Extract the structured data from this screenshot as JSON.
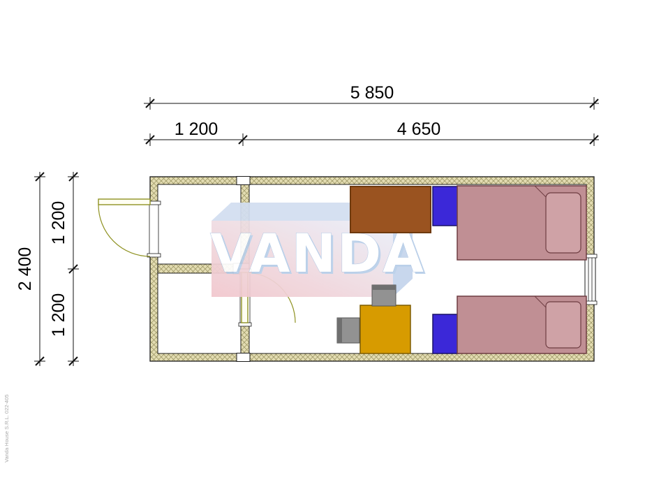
{
  "watermark": {
    "text": "VANDA"
  },
  "side_note": "Vanda House S.R.L. 022-405",
  "dimensions": {
    "total_width": "5 850",
    "left_bay": "1 200",
    "main_bay": "4 650",
    "total_depth": "2 400",
    "upper_room": "1 200",
    "lower_room": "1 200"
  },
  "colors": {
    "wall_fill": "#e3dcb2",
    "wall_hatch_line": "#96905e",
    "outline": "#1c1c1c",
    "door": "#8f9222",
    "bed_frame": "#c08f94",
    "bed_pillow": "#cfa2a6",
    "bed_outline": "#6e3d42",
    "nightstand": "#3b28d8",
    "desk": "#9a5320",
    "table": "#d79b00",
    "chair": "#929292",
    "chair_back": "#6f6f6f",
    "watermark_top_face": "#d2def1",
    "watermark_side_face": "#c4d4ec",
    "watermark_pink": "#f2c7cd",
    "watermark_pale_blue": "#e9effa",
    "watermark_text": "#ffffff",
    "watermark_text_shadow": "#b9cfe9"
  }
}
